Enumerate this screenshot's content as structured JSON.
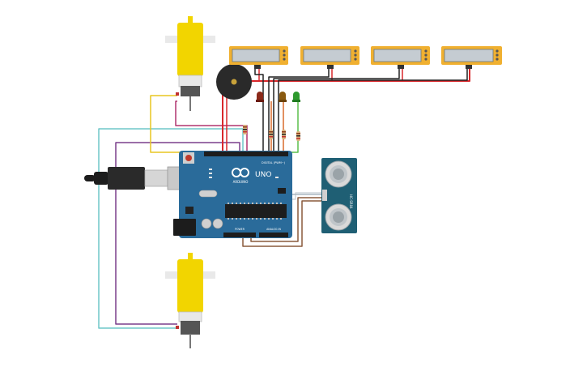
{
  "arduino": {
    "model": "UNO",
    "brand": "ARDUINO",
    "digital_label": "DIGITAL (PWM~)",
    "power_label": "POWER",
    "analog_label": "ANALOG IN"
  },
  "sensor": {
    "name": "HC-SR04"
  },
  "colors": {
    "board": "#2a6b9a",
    "motor": "#f2d500",
    "lcd_frame": "#f0b030",
    "lcd_screen": "#c5ccd2",
    "sensor_board": "#1f5f74",
    "buzzer": "#2a2a2a",
    "led_red": "#8b2a1a",
    "led_amber": "#8a5a10",
    "led_green": "#2f9a2f",
    "wire_red": "#d8272b",
    "wire_black": "#222222",
    "wire_yellow": "#e8c520",
    "wire_purple": "#7a3f8c",
    "wire_cyan": "#6ec7c8",
    "wire_green": "#5bbf4b",
    "wire_brown": "#8a5a3c",
    "wire_magenta": "#b0336e"
  },
  "lcd_count": 4,
  "led_count": 3,
  "motor_count": 2
}
